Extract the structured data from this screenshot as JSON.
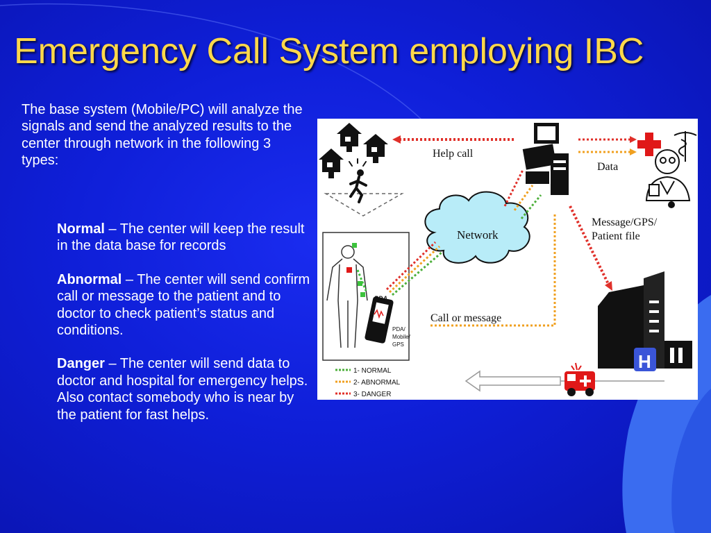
{
  "slide": {
    "title": "Emergency Call System employing IBC",
    "intro": "The base system (Mobile/PC) will analyze the signals and send the analyzed results to the center through network in the following 3 types:",
    "items": [
      {
        "term": "Normal",
        "desc": " – The center will keep the result in the data base for records"
      },
      {
        "term": "Abnormal",
        "desc": " – The center will send confirm call or message to the patient and to doctor to check patient’s status and conditions."
      },
      {
        "term": "Danger",
        "desc": " – The center will send data to doctor and hospital for emergency helps.  Also contact somebody who is near by the patient for fast helps."
      }
    ]
  },
  "figure": {
    "labels": {
      "help_call": "Help call",
      "data": "Data",
      "network": "Network",
      "message": "Message/GPS/",
      "patient_file": "Patient file",
      "call_or_message": "Call or message",
      "pda": "PDA",
      "pda_text_1": "PDA/",
      "pda_text_2": "Mobile/",
      "pda_text_3": "GPS",
      "hospital_letter": "H"
    },
    "legend": [
      {
        "text": "1- NORMAL",
        "color": "#4caf3a"
      },
      {
        "text": "2- ABNORMAL",
        "color": "#f0a020"
      },
      {
        "text": "3- DANGER",
        "color": "#e0302a"
      }
    ],
    "icons": [
      "house-icon",
      "running-person-icon",
      "computer-icon",
      "red-cross-icon",
      "caduceus-icon",
      "doctor-icon",
      "network-cloud-icon",
      "human-body-icon",
      "pda-icon",
      "hospital-icon",
      "ambulance-icon"
    ]
  },
  "colors": {
    "background": "#0f1fd8",
    "title": "#ffd84a",
    "text": "#ffffff",
    "accent": "#3a6cf0"
  }
}
